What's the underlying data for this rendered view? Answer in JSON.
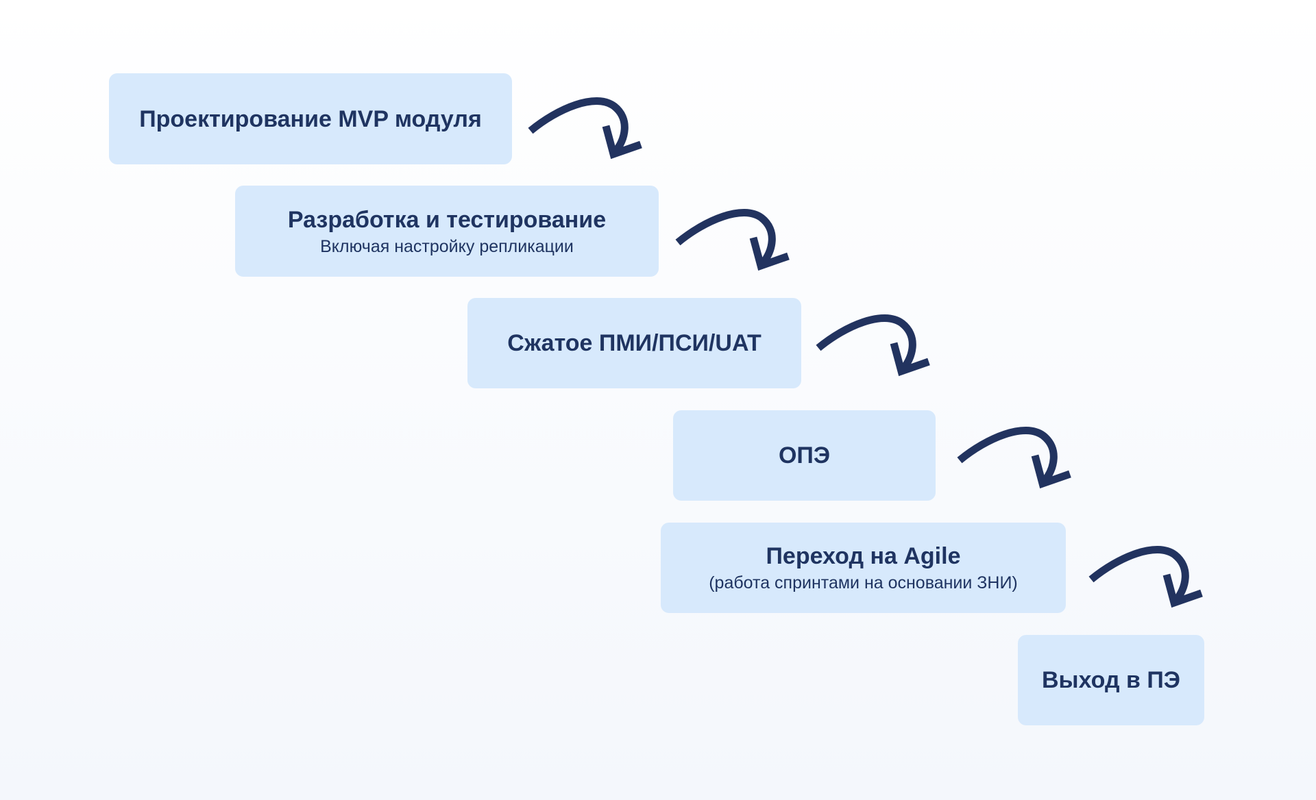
{
  "steps": [
    {
      "title": "Проектирование MVP модуля"
    },
    {
      "title": "Разработка и тестирование",
      "subtitle": "Включая настройку репликации"
    },
    {
      "title": "Сжатое ПМИ/ПСИ/UAT"
    },
    {
      "title": "ОПЭ"
    },
    {
      "title": "Переход на Agile",
      "subtitle": "(работа спринтами на основании ЗНИ)"
    },
    {
      "title": "Выход в ПЭ"
    }
  ],
  "colors": {
    "box": "#d7e9fc",
    "text": "#1f3461",
    "arrow": "#22335f"
  }
}
